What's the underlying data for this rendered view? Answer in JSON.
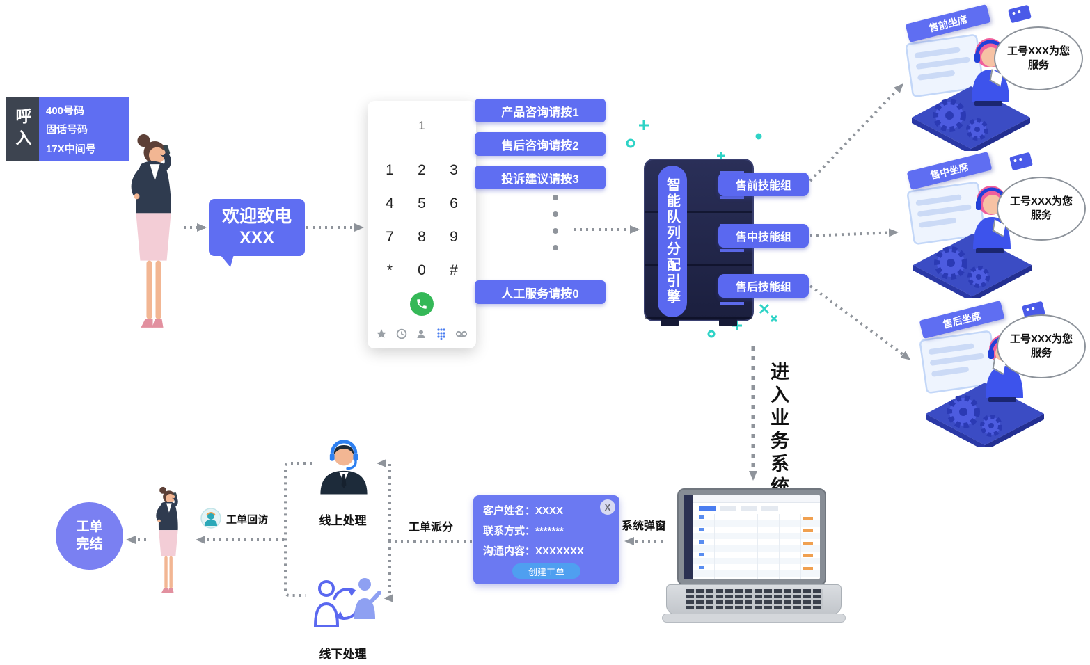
{
  "entry": {
    "call_in": "呼入",
    "number_lines": [
      "400号码",
      "固话号码",
      "17X中间号"
    ]
  },
  "welcome_label": "欢迎致电XXX",
  "dialpad": {
    "display": "1",
    "keys": [
      "1",
      "2",
      "3",
      "4",
      "5",
      "6",
      "7",
      "8",
      "9",
      "*",
      "0",
      "#"
    ]
  },
  "ivr_menu": {
    "option1": "产品咨询请按1",
    "option2": "售后咨询请按2",
    "option3": "投诉建议请按3",
    "option0": "人工服务请按0"
  },
  "engine_label": "智能队列分配引擎",
  "skill_groups": {
    "presale": "售前技能组",
    "insale": "售中技能组",
    "aftersale": "售后技能组"
  },
  "agents": {
    "presale": {
      "title": "售前坐席",
      "bubble": "工号XXX为您服务"
    },
    "insale": {
      "title": "售中坐席",
      "bubble": "工号XXX为您服务"
    },
    "aftersale": {
      "title": "售后坐席",
      "bubble": "工号XXX为您服务"
    }
  },
  "flow_labels": {
    "enter_business_system": "进入业务系统",
    "system_popup": "系统弹窗",
    "ticket_dispatch": "工单派分",
    "online_handle": "线上处理",
    "offline_handle": "线下处理",
    "ticket_revisit": "工单回访",
    "ticket_complete": "工单完结"
  },
  "popup": {
    "name_label": "客户姓名：",
    "name_value": "XXXX",
    "contact_label": "联系方式：",
    "contact_value": "*******",
    "content_label": "沟通内容：",
    "content_value": "XXXXXXX",
    "close_icon": "X",
    "create_button": "创建工单"
  },
  "colors": {
    "primary_blue": "#5f6ef2",
    "dark_slate": "#3d4450",
    "server_navy": "#232850",
    "teal_accent": "#2ed3c6",
    "create_button_blue": "#4f9ff0",
    "complete_purple": "#7a80f2",
    "arrow_gray": "#8f949b"
  }
}
